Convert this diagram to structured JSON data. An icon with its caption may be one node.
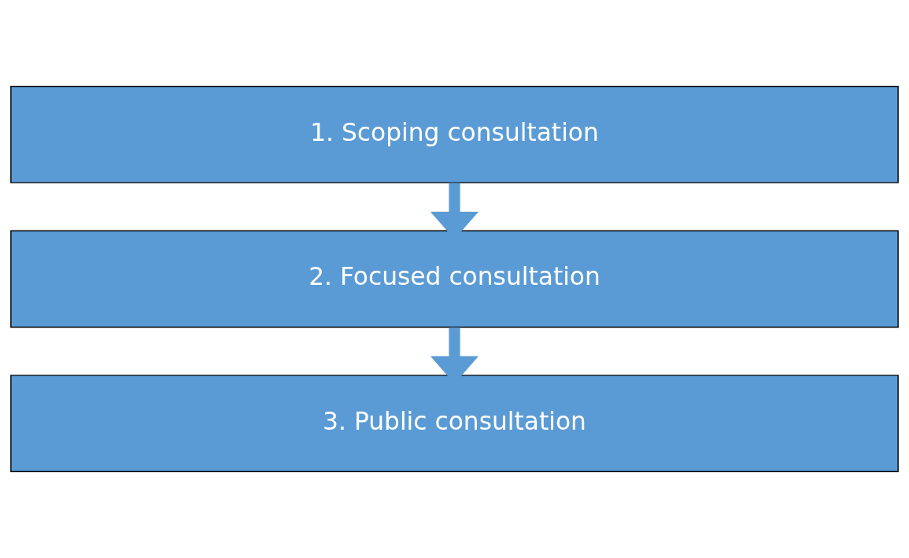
{
  "diagram": {
    "nodes": [
      {
        "text": [
          "1. Scoping consultation"
        ]
      },
      {
        "text": [
          "2. Focused consultation"
        ]
      },
      {
        "text": [
          "3. Public consultation"
        ]
      }
    ],
    "edges": [
      {
        "from": 0,
        "to": 1,
        "arrow": "to"
      },
      {
        "from": 1,
        "to": 2,
        "arrow": "to"
      }
    ]
  }
}
